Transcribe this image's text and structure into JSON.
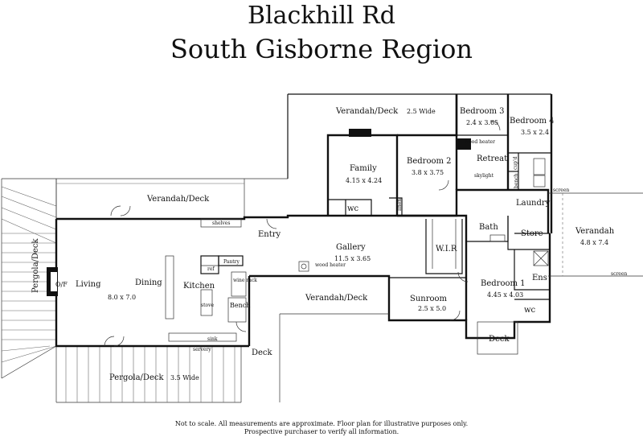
{
  "header": {
    "title_line1": "Blackhill Rd",
    "title_line2": "South Gisborne Region"
  },
  "rooms": {
    "verandah_top": "Verandah/Deck",
    "verandah_top_width": "2.5 Wide",
    "bedroom3": "Bedroom 3",
    "bedroom3_size": "2.4 x 3.65",
    "bedroom4": "Bedroom 4",
    "bedroom4_size": "3.5 x 2.4",
    "wood_heater_top": "wood heater",
    "retreat": "Retreat",
    "skylight": "skylight",
    "family": "Family",
    "family_size": "4.15 x 4.24",
    "bedroom2": "Bedroom 2",
    "bedroom2_size": "3.8 x 3.75",
    "cupd": "cup'd",
    "bench_small": "bench",
    "screen_top": "screen",
    "laundry": "Laundry",
    "wc_family": "wc",
    "linen": "linen",
    "verandah_west": "Verandah/Deck",
    "shelves": "shelves",
    "entry": "Entry",
    "bath": "Bath",
    "store": "Store",
    "verandah_east": "Verandah",
    "verandah_east_size": "4.8 x 7.4",
    "screen_bottom": "screen",
    "gallery": "Gallery",
    "gallery_size": "11.5 x 3.65",
    "wir": "W.I.R",
    "pantry": "Pantry",
    "ref": "ref",
    "wood_heater_gallery": "wood heater",
    "pergola_deck_left": "Pergola/Deck",
    "of": "O/F",
    "living": "Living",
    "dining": "Dining",
    "kitchen": "Kitchen",
    "wine_rack": "wine rack",
    "living_dining_size": "8.0 x 7.0",
    "stove": "stove",
    "bench": "Bench",
    "verandah_south": "Verandah/Deck",
    "sunroom": "Sunroom",
    "sunroom_size": "2.5 x 5.0",
    "ens": "Ens",
    "bedroom1": "Bedroom 1",
    "bedroom1_size": "4.45 x 4.03",
    "wc_ens": "wc",
    "sink": "sink",
    "servery": "servery",
    "deck_south": "Deck",
    "deck_ens": "Deck",
    "pergola_deck_bottom": "Pergola/Deck",
    "pergola_width": "3.5 Wide"
  },
  "footer": {
    "line1": "Not to scale. All measurements are approximate. Floor plan for illustrative purposes only.",
    "line2": "Prospective purchaser to verify all information."
  }
}
